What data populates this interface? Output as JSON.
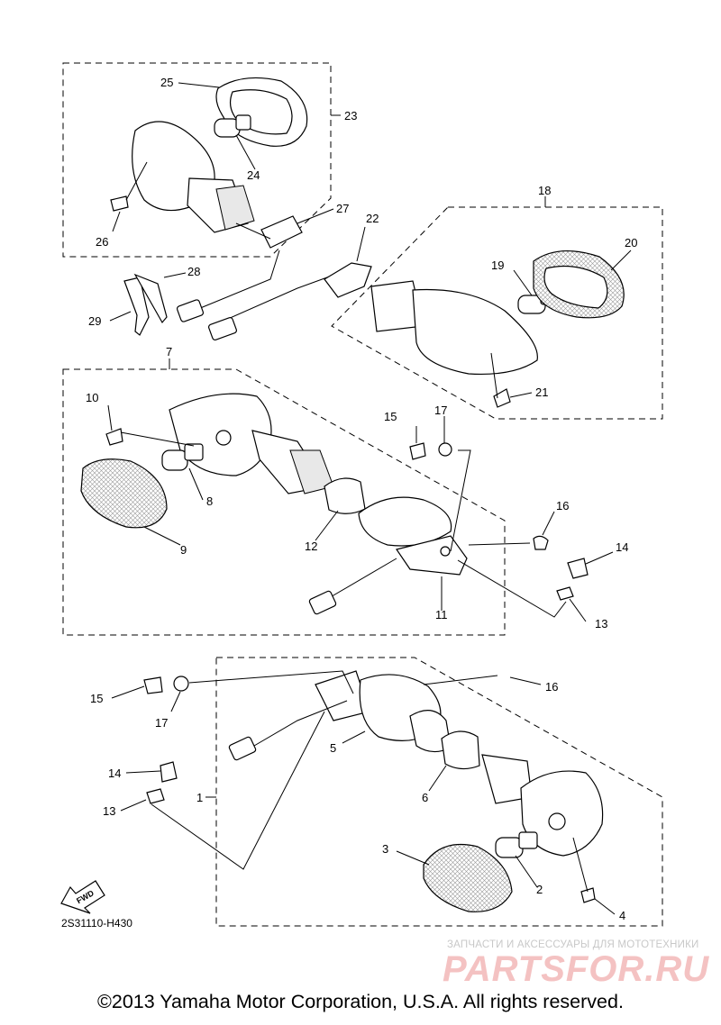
{
  "diagram_code": "2S31110-H430",
  "fwd_label": "FWD",
  "watermark": {
    "tagline": "ЗАПЧАСТИ И АКСЕССУАРЫ ДЛЯ МОТОТЕХНИКИ",
    "brand": "PARTSFOR.RU"
  },
  "copyright": "©2013 Yamaha Motor Corporation, U.S.A. All rights reserved.",
  "callouts": {
    "c1": "1",
    "c2": "2",
    "c3": "3",
    "c4": "4",
    "c5": "5",
    "c6": "6",
    "c7": "7",
    "c8": "8",
    "c9": "9",
    "c10": "10",
    "c11": "11",
    "c12": "12",
    "c13a": "13",
    "c13b": "13",
    "c14a": "14",
    "c14b": "14",
    "c15a": "15",
    "c15b": "15",
    "c16a": "16",
    "c16b": "16",
    "c17a": "17",
    "c17b": "17",
    "c18": "18",
    "c19": "19",
    "c20": "20",
    "c21": "21",
    "c22": "22",
    "c23": "23",
    "c24": "24",
    "c25": "25",
    "c26": "26",
    "c27": "27",
    "c28": "28",
    "c29": "29"
  }
}
